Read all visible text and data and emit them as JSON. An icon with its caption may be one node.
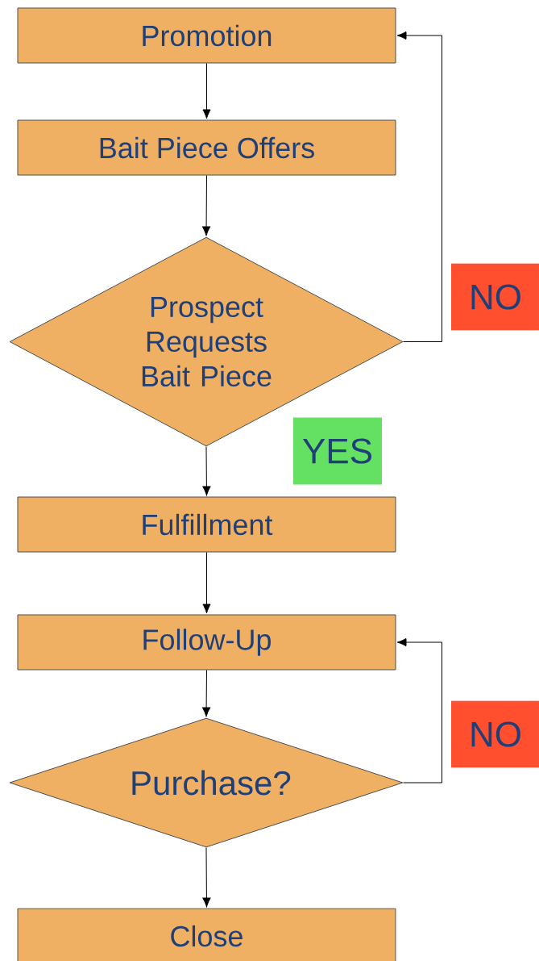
{
  "diagram": {
    "nodes": [
      {
        "text": [
          "Promotion"
        ]
      },
      {
        "text": [
          "Bait Piece Offers"
        ]
      },
      {
        "text": [
          "Prospect Requests Bait Piece"
        ]
      },
      {
        "text": [
          "Fulfillment"
        ]
      },
      {
        "text": [
          "Follow-Up"
        ]
      },
      {
        "text": [
          "Purchase?"
        ]
      },
      {
        "text": [
          "Close"
        ]
      }
    ],
    "edges": [
      {
        "from": 0,
        "to": 1,
        "arrow": "to"
      },
      {
        "from": 1,
        "to": 2,
        "arrow": "to"
      },
      {
        "from": 2,
        "to": 3,
        "arrow": "to",
        "label": "YES"
      },
      {
        "from": 3,
        "to": 4,
        "arrow": "to"
      },
      {
        "from": 4,
        "to": 5,
        "arrow": "to"
      },
      {
        "from": 5,
        "to": 6,
        "arrow": "to"
      },
      {
        "from": 2,
        "to": 0,
        "arrow": "to",
        "label": "NO"
      },
      {
        "from": 5,
        "to": 4,
        "arrow": "to",
        "label": "NO"
      }
    ]
  }
}
